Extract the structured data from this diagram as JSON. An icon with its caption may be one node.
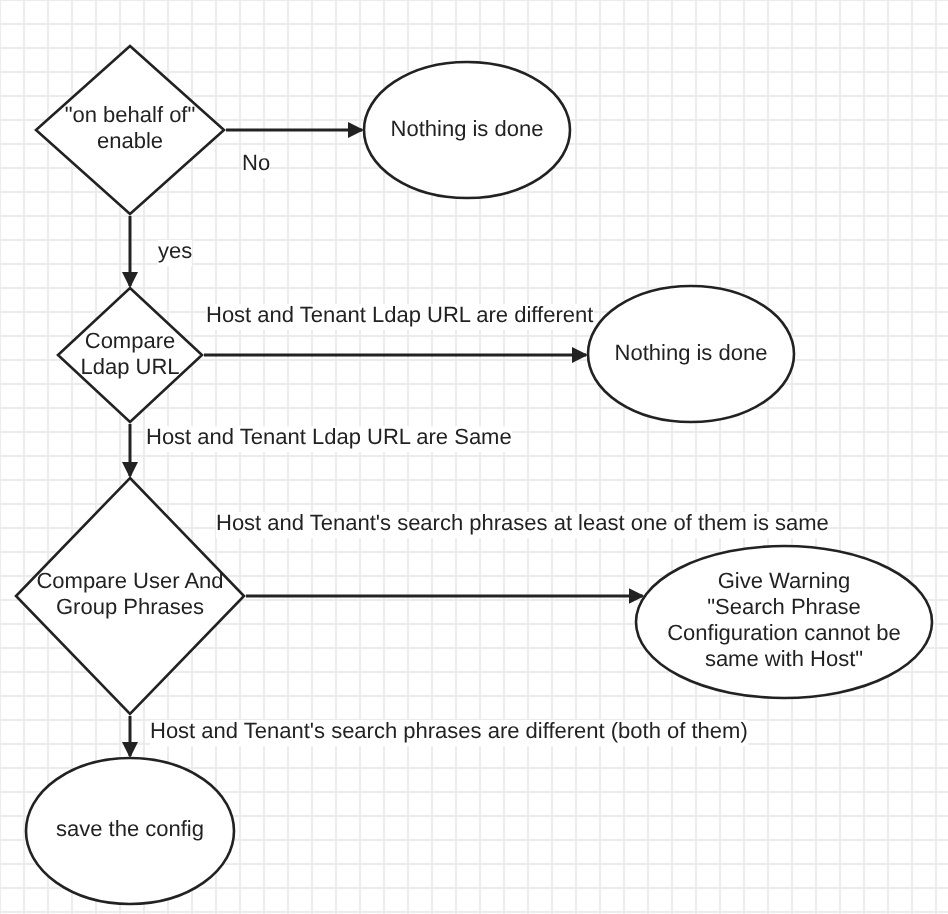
{
  "diagram": {
    "nodes": [
      {
        "text": [
          "\"on behalf of\" enable"
        ]
      },
      {
        "text": [
          "Nothing is done"
        ]
      },
      {
        "text": [
          "Compare Ldap URL"
        ]
      },
      {
        "text": [
          "Nothing is done"
        ]
      },
      {
        "text": [
          "Compare User And Group Phrases"
        ]
      },
      {
        "text": [
          "Give Warning",
          "\"Search Phrase Configuration cannot be same with Host\""
        ]
      },
      {
        "text": [
          "save the config"
        ]
      }
    ],
    "edges": [
      {
        "from": 0,
        "to": 1,
        "arrow": "to",
        "label": "No"
      },
      {
        "from": 0,
        "to": 2,
        "arrow": "to",
        "label": "yes"
      },
      {
        "from": 2,
        "to": 3,
        "arrow": "to",
        "label": "Host and Tenant Ldap URL are different"
      },
      {
        "from": 2,
        "to": 4,
        "arrow": "to",
        "label": "Host and Tenant Ldap URL are Same"
      },
      {
        "from": 4,
        "to": 5,
        "arrow": "to",
        "label": "Host and Tenant's search phrases at least one of them is same"
      },
      {
        "from": 4,
        "to": 6,
        "arrow": "to",
        "label": "Host and Tenant's search phrases are different (both of them)"
      }
    ]
  }
}
